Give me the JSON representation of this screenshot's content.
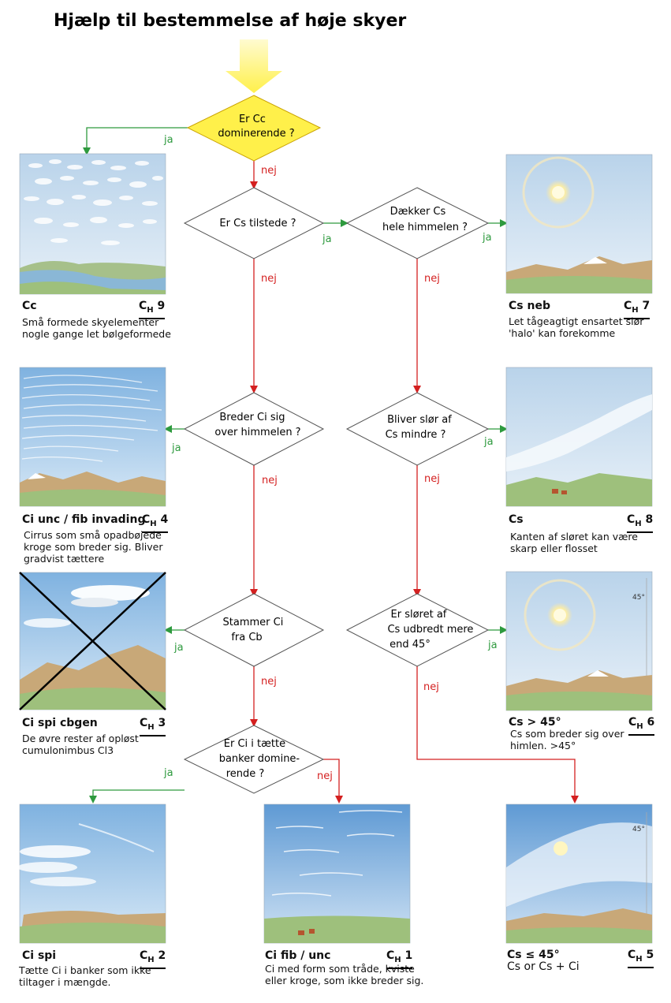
{
  "title": "Hjælp til bestemmelse af høje skyer",
  "labels": {
    "yes": "ja",
    "no": "nej"
  },
  "colors": {
    "yes": "#2e9a3e",
    "no": "#d42020",
    "start": "#ffee44"
  },
  "questions": [
    {
      "id": "q1",
      "lines": [
        "Er Cc",
        "dominerende ?"
      ]
    },
    {
      "id": "q2",
      "lines": [
        "Er Cs  tilstede ?"
      ]
    },
    {
      "id": "q3",
      "lines": [
        "Dækker Cs",
        "hele himmelen ?"
      ]
    },
    {
      "id": "q4",
      "lines": [
        "Breder Ci sig",
        "over himmelen ?"
      ]
    },
    {
      "id": "q5",
      "lines": [
        "Bliver slør af",
        "Cs mindre ?"
      ]
    },
    {
      "id": "q6",
      "lines": [
        "Stammer Ci",
        "fra Cb"
      ]
    },
    {
      "id": "q7",
      "lines": [
        "Er sløret af",
        "Cs udbredt mere",
        "end 45°"
      ]
    },
    {
      "id": "q8",
      "lines": [
        "Er Ci i tætte",
        "banker domine-",
        "rende ?"
      ]
    }
  ],
  "clouds": [
    {
      "id": "ch9",
      "name": "Cc",
      "code_letter": "C",
      "code_sub": "H",
      "code_num": " 9",
      "desc": [
        "Små formede skyelementer",
        "nogle gange let bølgeformede"
      ]
    },
    {
      "id": "ch7",
      "name": "Cs neb",
      "code_letter": "C",
      "code_sub": "H",
      "code_num": " 7",
      "desc": [
        "Let tågeagtigt ensartet slør",
        "'halo' kan forekomme"
      ]
    },
    {
      "id": "ch4",
      "name": "Ci unc / fib invading",
      "code_letter": "C",
      "code_sub": "H",
      "code_num": " 4",
      "desc": [
        "Cirrus som små opadbøjede",
        "kroge som breder sig. Bliver",
        "gradvist tættere"
      ]
    },
    {
      "id": "ch8",
      "name": "Cs",
      "code_letter": "C",
      "code_sub": "H",
      "code_num": " 8",
      "desc": [
        "Kanten af sløret kan være",
        "skarp eller flosset"
      ]
    },
    {
      "id": "ch3",
      "name": "Ci spi cbgen",
      "code_letter": "C",
      "code_sub": "H",
      "code_num": " 3",
      "desc": [
        "De øvre rester af opløst",
        "cumulonimbus Cl3"
      ]
    },
    {
      "id": "ch6",
      "name": "Cs > 45°",
      "code_letter": "C",
      "code_sub": "H",
      "code_num": " 6",
      "desc": [
        "Cs som breder sig over",
        "himlen. >45°"
      ]
    },
    {
      "id": "ch2",
      "name": "Ci spi",
      "code_letter": "C",
      "code_sub": "H",
      "code_num": " 2",
      "desc": [
        "Tætte Ci i banker som ikke",
        "tiltager i mængde."
      ]
    },
    {
      "id": "ch1",
      "name": "Ci fib / unc",
      "code_letter": "C",
      "code_sub": "H",
      "code_num": " 1",
      "desc": [
        "Ci med form som tråde, kviste",
        "eller kroge, som ikke breder sig."
      ]
    },
    {
      "id": "ch5",
      "name": "Cs ≤ 45°",
      "code_letter": "C",
      "code_sub": "H",
      "code_num": " 5",
      "desc": [
        "Cs or Cs + Ci"
      ]
    }
  ],
  "angle_marks": {
    "ch6": "45°",
    "ch5": "45°"
  }
}
